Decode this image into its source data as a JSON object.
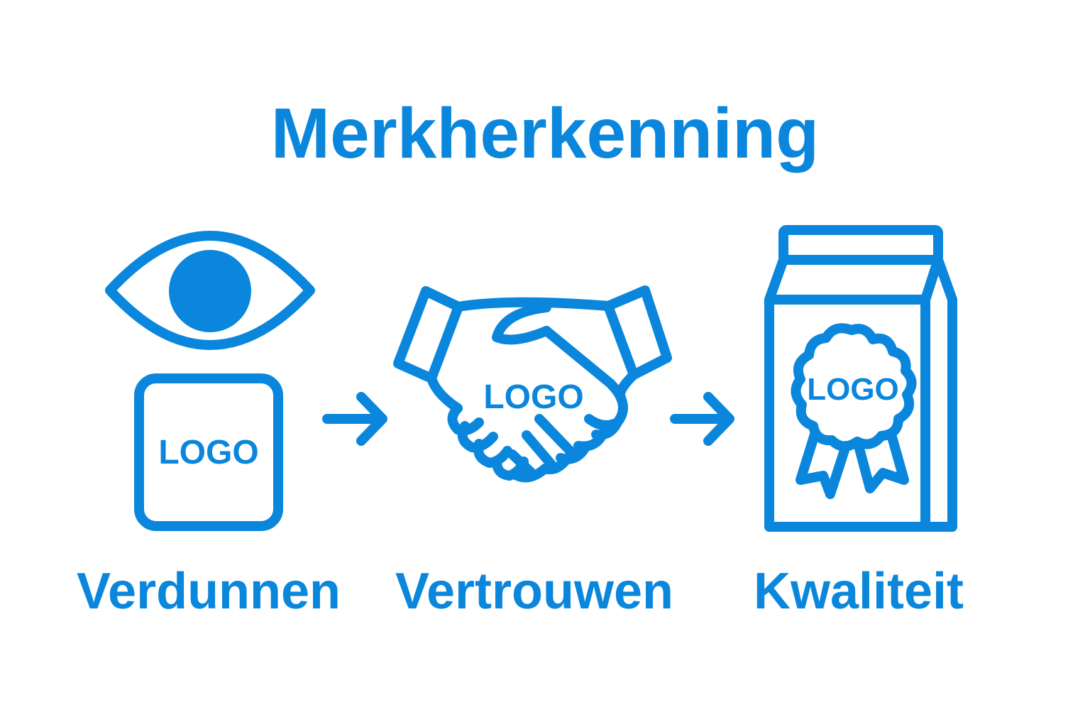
{
  "colors": {
    "accent": "#0A87DC",
    "background": "#FFFFFF"
  },
  "title": "Merkherkenning",
  "steps": [
    {
      "icon": "eye-icon",
      "badge": "LOGO",
      "label": "Verdunnen"
    },
    {
      "icon": "handshake-icon",
      "badge": "LOGO",
      "label": "Vertrouwen"
    },
    {
      "icon": "package-icon",
      "badge": "LOGO",
      "label": "Kwaliteit"
    }
  ],
  "connectors": [
    "arrow-right-icon",
    "arrow-right-icon"
  ]
}
